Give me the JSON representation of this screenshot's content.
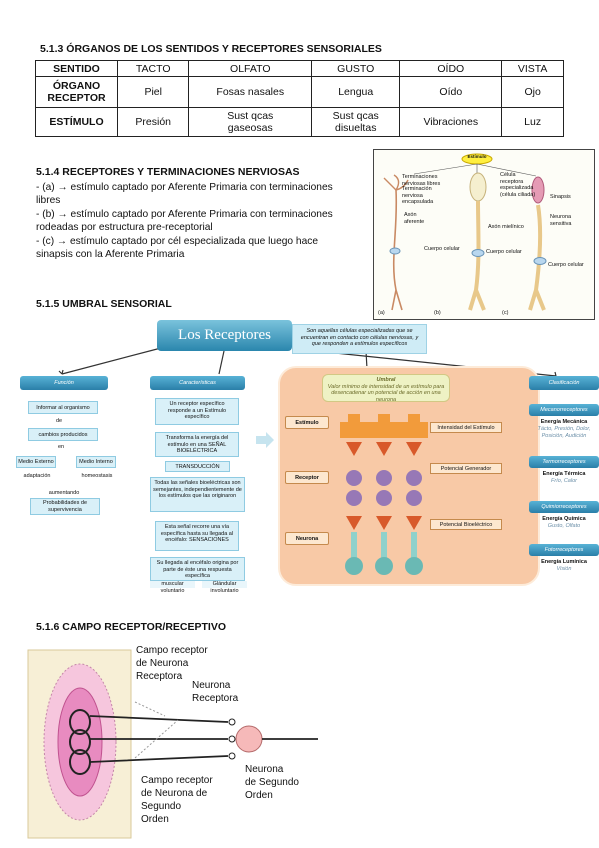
{
  "s1": {
    "title": "5.1.3 ÓRGANOS DE LOS SENTIDOS Y RECEPTORES SENSORIALES",
    "header": [
      "SENTIDO",
      "TACTO",
      "OLFATO",
      "GUSTO",
      "OÍDO",
      "VISTA"
    ],
    "row_label_1a": "ÓRGANO",
    "row_label_1b": "RECEPTOR",
    "row1": [
      "Piel",
      "Fosas nasales",
      "Lengua",
      "Oído",
      "Ojo"
    ],
    "row_label_2": "ESTÍMULO",
    "row2_a": [
      "Presión",
      "Sust qcas",
      "Sust qcas",
      "Vibraciones",
      "Luz"
    ],
    "row2_b": [
      "gaseosas",
      "disueltas"
    ]
  },
  "s2": {
    "title": "5.1.4 RECEPTORES Y TERMINACIONES NERVIOSAS",
    "lines": [
      "- (a) → estímulo captado por Aferente Primaria con terminaciones",
      "libres",
      "- (b) → estímulo captado por Aferente Primaria con terminaciones",
      "rodeadas por estructura pre-receptorial",
      "- (c) → estímulo captado por cél especializada que luego hace",
      "sinapsis con la Aferente Primaria"
    ],
    "fig": {
      "stim": "Estímulo",
      "t1": "Terminaciones nerviosas libres",
      "t2": "Terminación nerviosa encapsulada",
      "t3": "Célula receptora especializada (célula ciliada)",
      "sin": "Sinapsis",
      "ax": "Axón aferente",
      "ax2": "Axón mielínico",
      "neu": "Neurona sensitiva",
      "c1": "Cuerpo celular",
      "c2": "Cuerpo celular",
      "c3": "Cuerpo celular",
      "a": "(a)",
      "b": "(b)",
      "c": "(c)"
    }
  },
  "s3": {
    "title": "5.1.5 UMBRAL SENSORIAL",
    "main": "Los Receptores",
    "desc": "Son aquellas células especializadas que se encuentran en contacto con células nerviosas, y que responden a estímulos específicos",
    "func": {
      "head": "Función",
      "b1": "Informar al organismo",
      "de": "de",
      "b2": "cambios producidos",
      "en": "en",
      "me": "Medio Externo",
      "mi": "Medio Interno",
      "ad": "adaptación",
      "ho": "homeostasis",
      "au": "aumentando",
      "pr": "Probabilidades de supervivencia"
    },
    "car": {
      "head": "Características",
      "b1": "Un receptor específico responde a un Estímulo específico",
      "b2": "Transforma la energía del estímulo en una SEÑAL BIOELÉCTRICA",
      "b3": "TRANSDUCCIÓN",
      "b4": "Todas las señales bioeléctricas son semejantes, independientemente de los estímulos que las originaron",
      "b5": "Esta señal recorre una vía específica hasta su llegada al encéfalo: SENSACIONES",
      "b6": "Su llegada al encéfalo origina por parte de éste una respuesta específica",
      "mu": "muscular",
      "gl": "Glándular",
      "vo": "voluntario",
      "in": "involuntario"
    },
    "umb": {
      "head": "Umbral",
      "def": "Valor mínimo de intensidad de un estímulo para desencadenar un potencial de acción en una neurona",
      "est": "Estímulo",
      "rec": "Receptor",
      "neu": "Neurona",
      "ie": "Intensidad del Estímulo",
      "pg": "Potencial Generador",
      "pb": "Potencial Bioeléctrico"
    },
    "cla": {
      "head": "Clasificación",
      "m1": "Mecanorreceptores",
      "m2": "Energía Mecánica",
      "m3": "Tácto, Presión, Dolor, Posición, Audición",
      "t1": "Termorreceptores",
      "t2": "Energía Térmica",
      "t3": "Frío, Calor",
      "q1": "Quimiorreceptores",
      "q2": "Energía Química",
      "q3": "Gusto, Olfato",
      "f1": "Fotorreceptores",
      "f2": "Energía Lumínica",
      "f3": "Visión"
    }
  },
  "s4": {
    "title": "5.1.6 CAMPO RECEPTOR/RECEPTIVO",
    "l1": [
      "Campo receptor",
      "de Neurona",
      "Receptora"
    ],
    "l2": [
      "Neurona",
      "Receptora"
    ],
    "l3": [
      "Campo receptor",
      "de Neurona de",
      "Segundo",
      "Orden"
    ],
    "l4": [
      "Neurona",
      "de Segundo",
      "Orden"
    ]
  }
}
